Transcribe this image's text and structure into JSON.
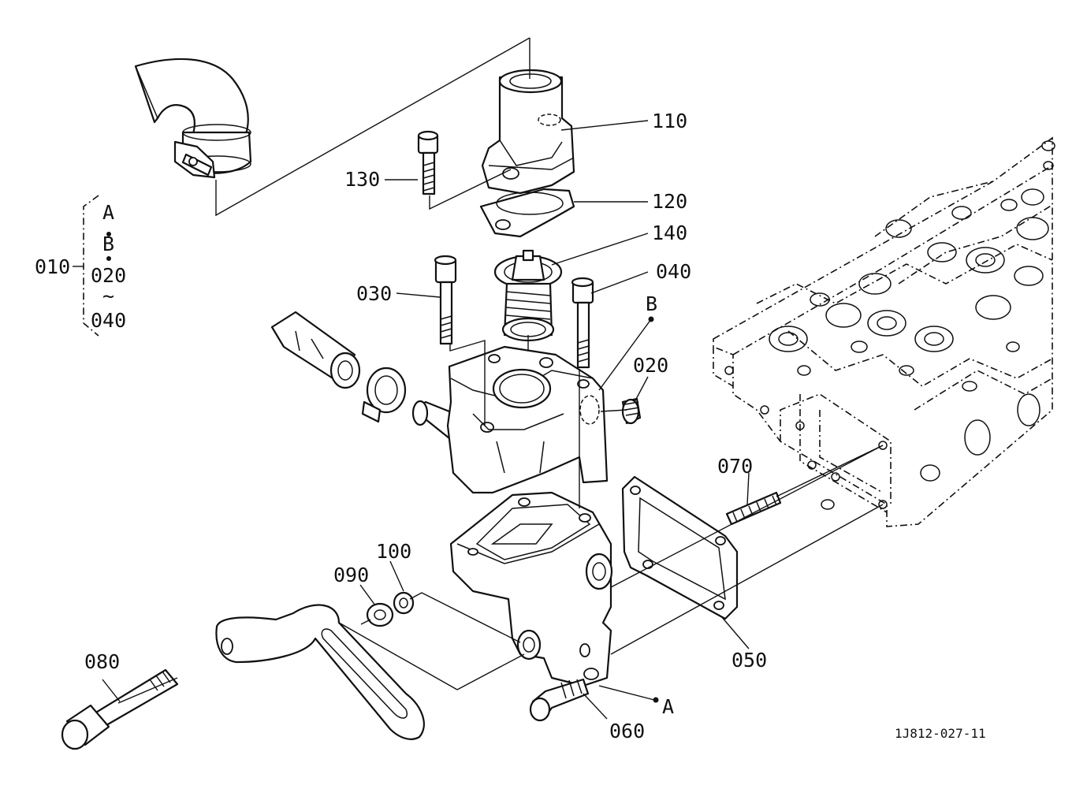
{
  "drawing_id": "1J812-027-11",
  "group": {
    "number": "010",
    "members": [
      "A",
      "B",
      "020",
      "~",
      "040"
    ]
  },
  "reference_points": [
    "A",
    "B"
  ],
  "callouts": [
    "110",
    "130",
    "120",
    "140",
    "030",
    "040",
    "020",
    "070",
    "100",
    "090",
    "080",
    "050",
    "060"
  ]
}
